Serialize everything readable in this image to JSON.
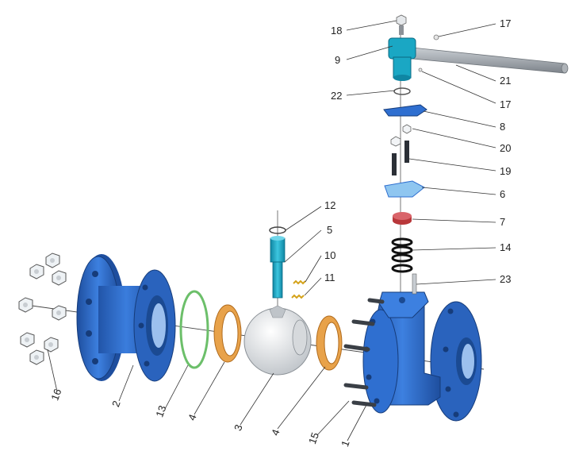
{
  "diagram": {
    "colors": {
      "body_blue": "#2f6fd0",
      "body_dark": "#1e4e9e",
      "body_light": "#5f9be8",
      "stem_cyan": "#1aa7c4",
      "ball_silver": "#dcdcdc",
      "seat_orange": "#e8a24a",
      "gasket_green": "#6cbf6a",
      "red_ring": "#b8373a",
      "handle_gray": "#9aa0a6",
      "bolt_dark": "#3a3f46",
      "nut_white": "#eef2f5",
      "leader": "#333333"
    },
    "callouts": {
      "n18": "18",
      "n17a": "17",
      "n9": "9",
      "n21": "21",
      "n22": "22",
      "n17b": "17",
      "n8": "8",
      "n20": "20",
      "n19": "19",
      "n6": "6",
      "n7": "7",
      "n12": "12",
      "n5": "5",
      "n14": "14",
      "n10": "10",
      "n11": "11",
      "n23": "23",
      "n16": "16",
      "n2": "2",
      "n13": "13",
      "n4a": "4",
      "n3": "3",
      "n4b": "4",
      "n15": "15",
      "n1": "1"
    }
  }
}
